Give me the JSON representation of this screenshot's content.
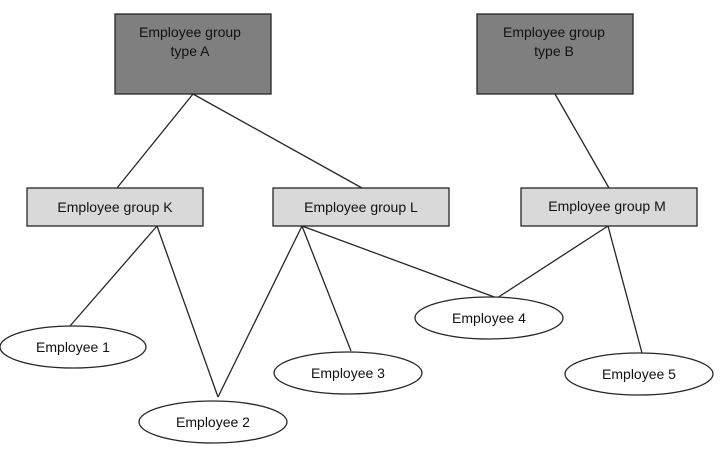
{
  "diagram": {
    "group_types": [
      {
        "id": "A",
        "line1": "Employee group",
        "line2": "type A"
      },
      {
        "id": "B",
        "line1": "Employee group",
        "line2": "type B"
      }
    ],
    "groups": [
      {
        "id": "K",
        "label": "Employee group K"
      },
      {
        "id": "L",
        "label": "Employee group L"
      },
      {
        "id": "M",
        "label": "Employee group M"
      }
    ],
    "employees": [
      {
        "id": "1",
        "label": "Employee 1"
      },
      {
        "id": "2",
        "label": "Employee 2"
      },
      {
        "id": "3",
        "label": "Employee 3"
      },
      {
        "id": "4",
        "label": "Employee 4"
      },
      {
        "id": "5",
        "label": "Employee 5"
      }
    ],
    "edges": [
      {
        "from": "type-A",
        "to": "group-K"
      },
      {
        "from": "type-A",
        "to": "group-L"
      },
      {
        "from": "type-B",
        "to": "group-M"
      },
      {
        "from": "group-K",
        "to": "employee-1"
      },
      {
        "from": "group-K",
        "to": "employee-2"
      },
      {
        "from": "group-L",
        "to": "employee-2"
      },
      {
        "from": "group-L",
        "to": "employee-3"
      },
      {
        "from": "group-L",
        "to": "employee-4"
      },
      {
        "from": "group-M",
        "to": "employee-4"
      },
      {
        "from": "group-M",
        "to": "employee-5"
      }
    ]
  }
}
